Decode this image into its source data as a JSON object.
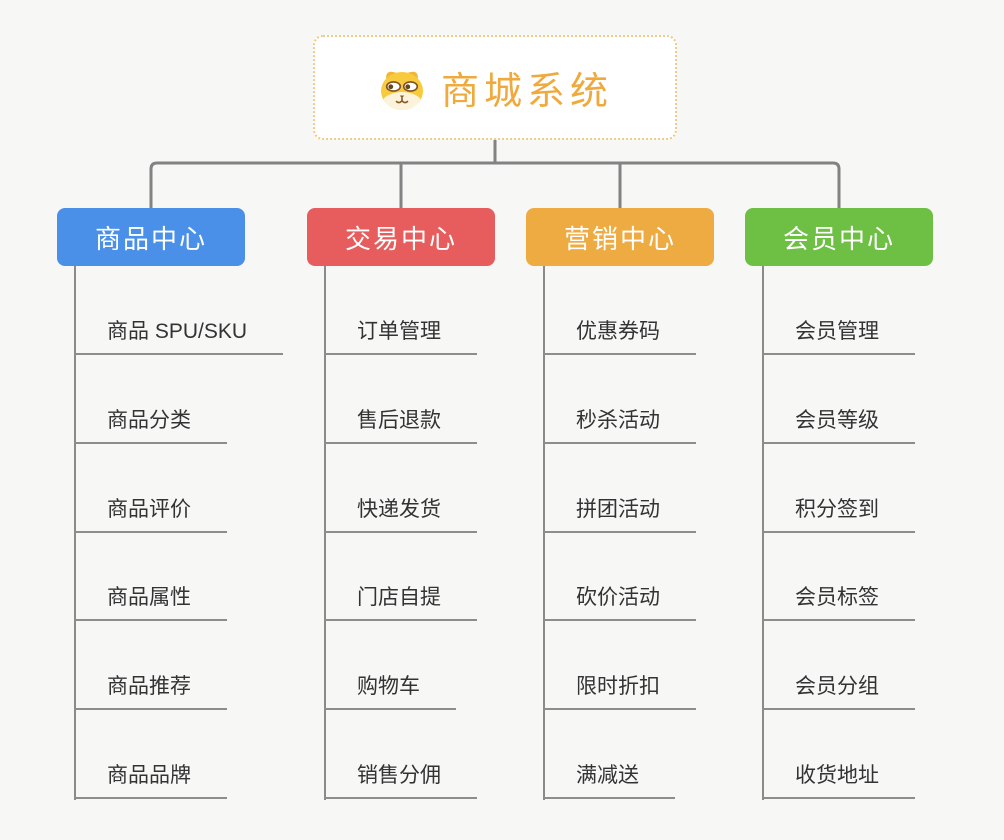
{
  "canvas": {
    "background": "#f7f7f6"
  },
  "connectors": {
    "line_color": "#828282",
    "trunk_color": "#8a8a8a",
    "underline_color": "#8d8d8d"
  },
  "root": {
    "title": "商城系统",
    "icon": "doge-icon",
    "title_color": "#efa93c",
    "border_color": "#f2c987",
    "background": "#ffffff"
  },
  "branches": [
    {
      "label": "商品中心",
      "color": "#4a90e8",
      "items": [
        "商品 SPU/SKU",
        "商品分类",
        "商品评价",
        "商品属性",
        "商品推荐",
        "商品品牌"
      ]
    },
    {
      "label": "交易中心",
      "color": "#e75c5c",
      "items": [
        "订单管理",
        "售后退款",
        "快递发货",
        "门店自提",
        "购物车",
        "销售分佣"
      ]
    },
    {
      "label": "营销中心",
      "color": "#eeab42",
      "items": [
        "优惠券码",
        "秒杀活动",
        "拼团活动",
        "砍价活动",
        "限时折扣",
        "满减送"
      ]
    },
    {
      "label": "会员中心",
      "color": "#6ec045",
      "items": [
        "会员管理",
        "会员等级",
        "积分签到",
        "会员标签",
        "会员分组",
        "收货地址"
      ]
    }
  ]
}
